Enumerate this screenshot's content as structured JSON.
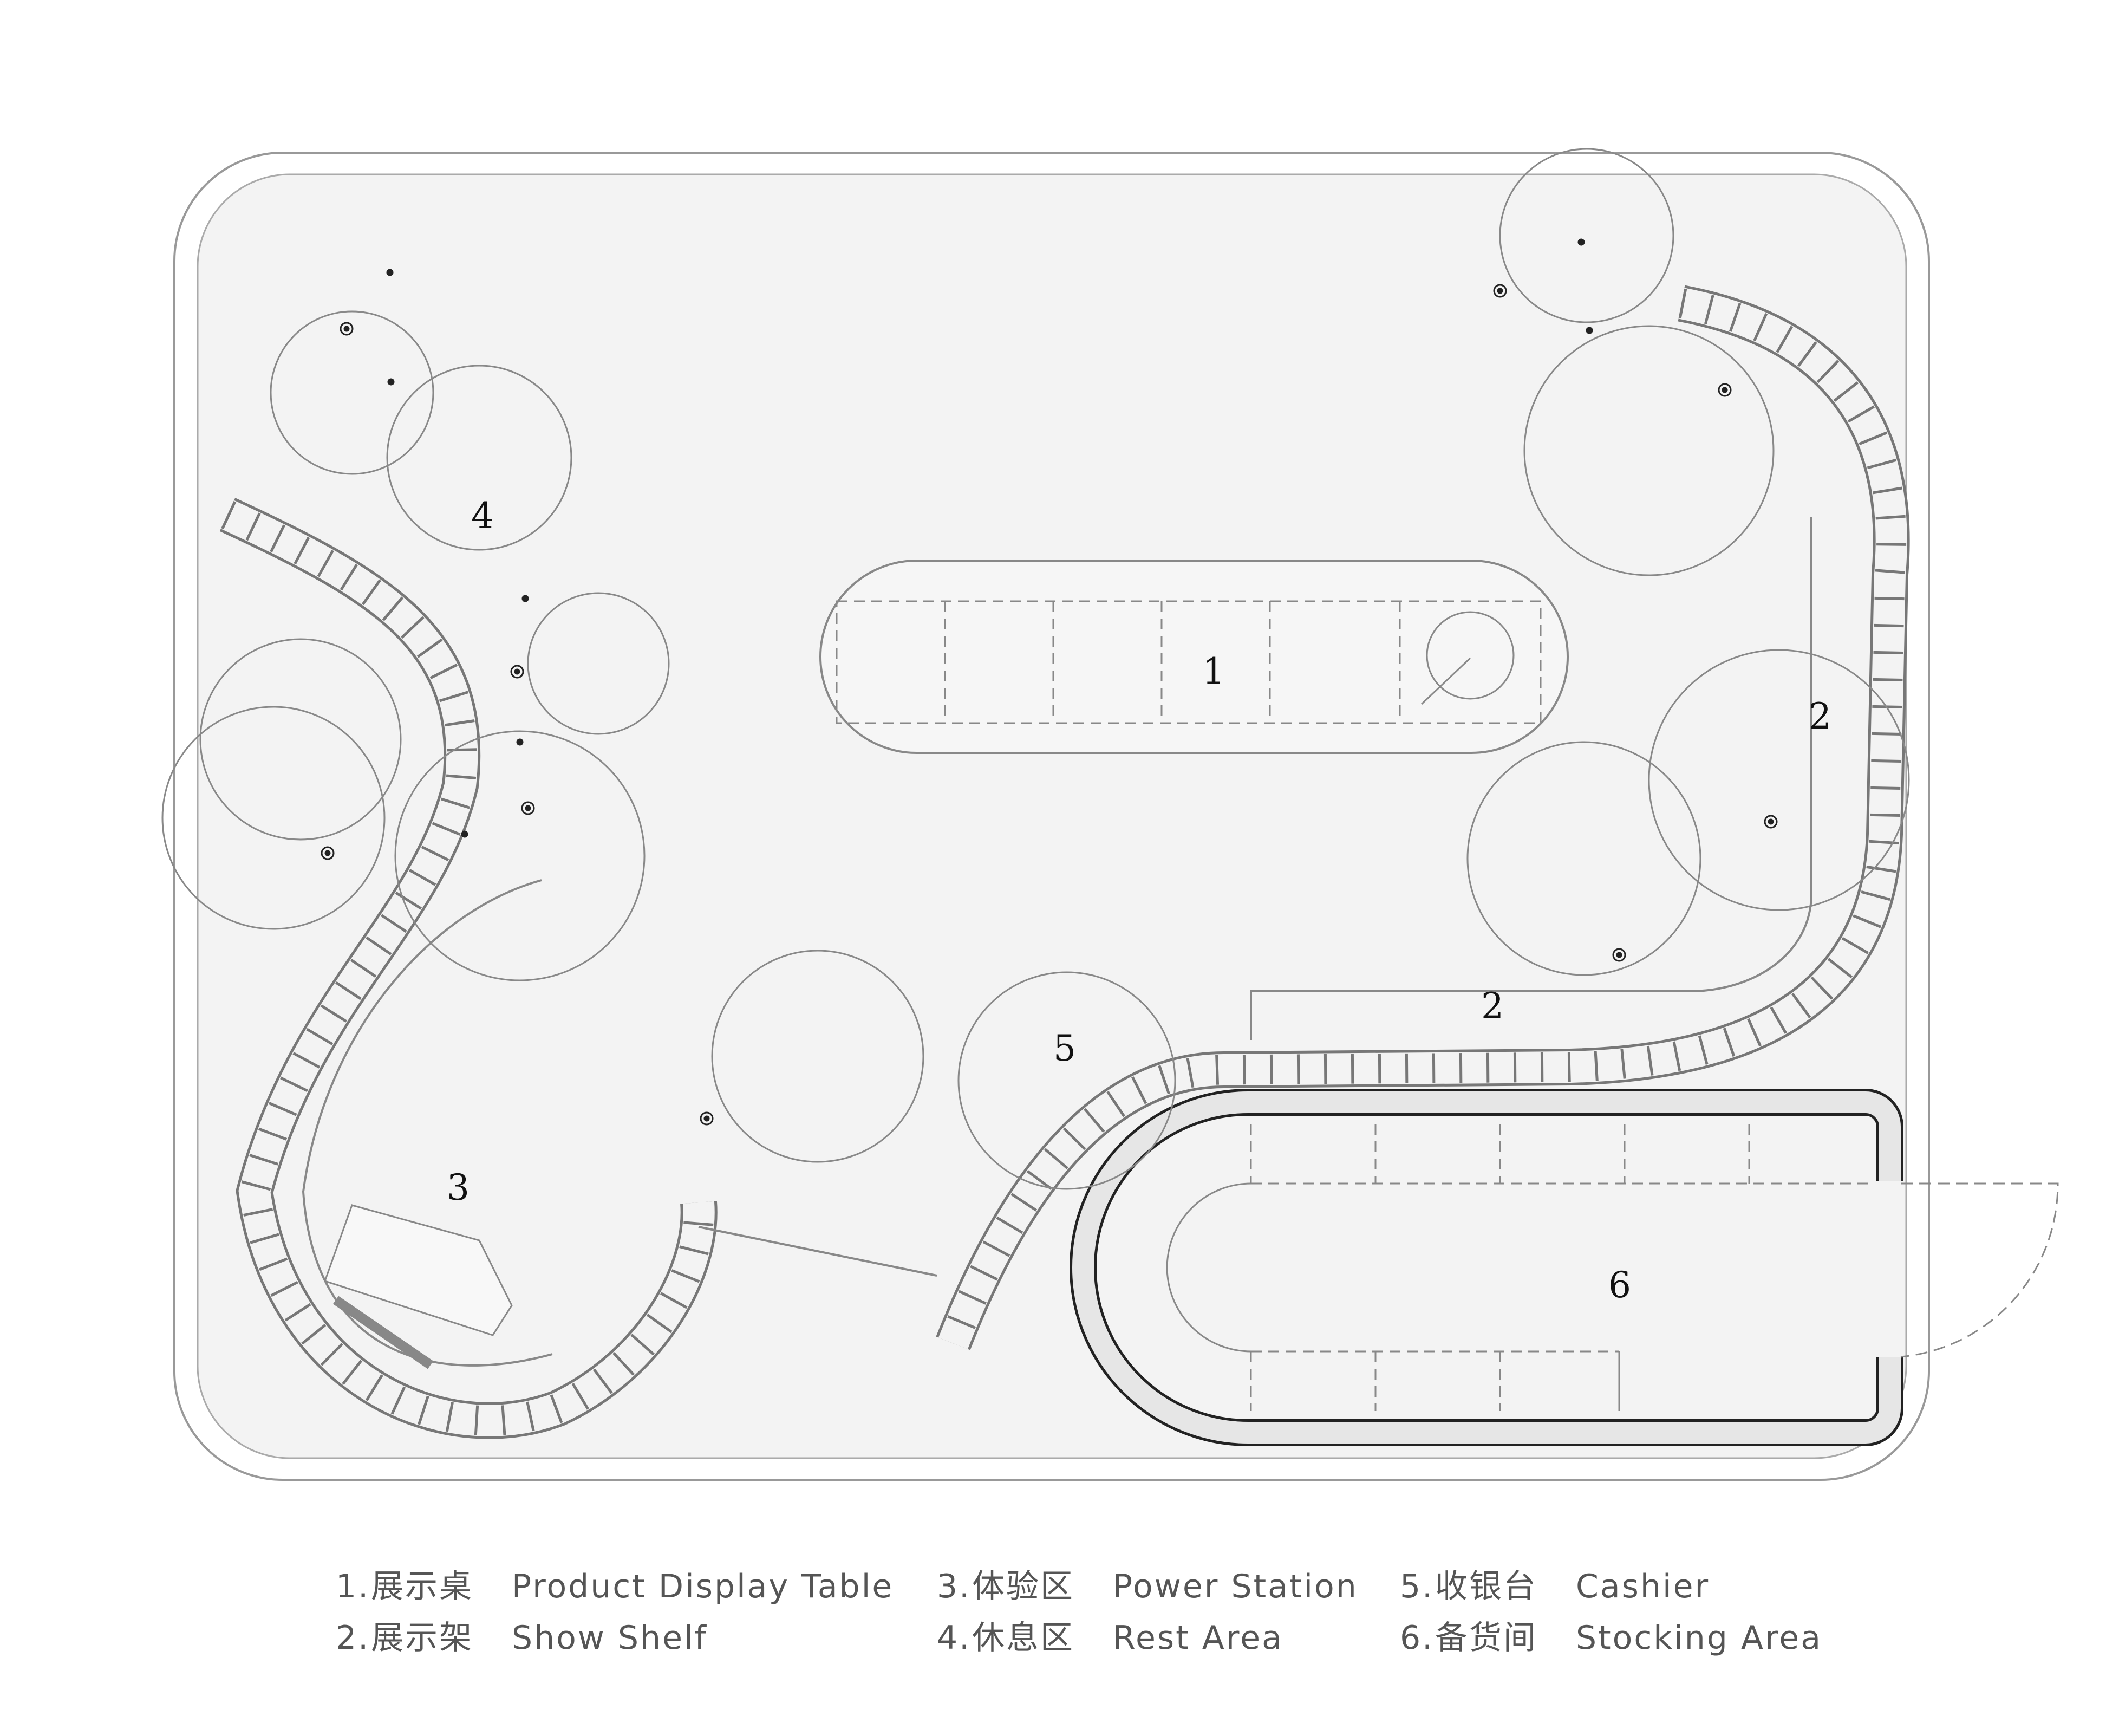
{
  "zone_labels": [
    "1",
    "2",
    "2",
    "3",
    "4",
    "5",
    "6"
  ],
  "legend": [
    {
      "num": "1.",
      "cn": "展示桌",
      "en": "Product Display Table"
    },
    {
      "num": "2.",
      "cn": "展示架",
      "en": "Show Shelf"
    },
    {
      "num": "3.",
      "cn": "体验区",
      "en": "Power Station"
    },
    {
      "num": "4.",
      "cn": "休息区",
      "en": "Rest Area"
    },
    {
      "num": "5.",
      "cn": "收银台",
      "en": "Cashier"
    },
    {
      "num": "6.",
      "cn": "备货间",
      "en": "Stocking Area"
    }
  ],
  "colors": {
    "line": "#8a8a8a",
    "floor": "#f3f3f3",
    "wall": "#e6e6e6",
    "text": "#555555"
  }
}
